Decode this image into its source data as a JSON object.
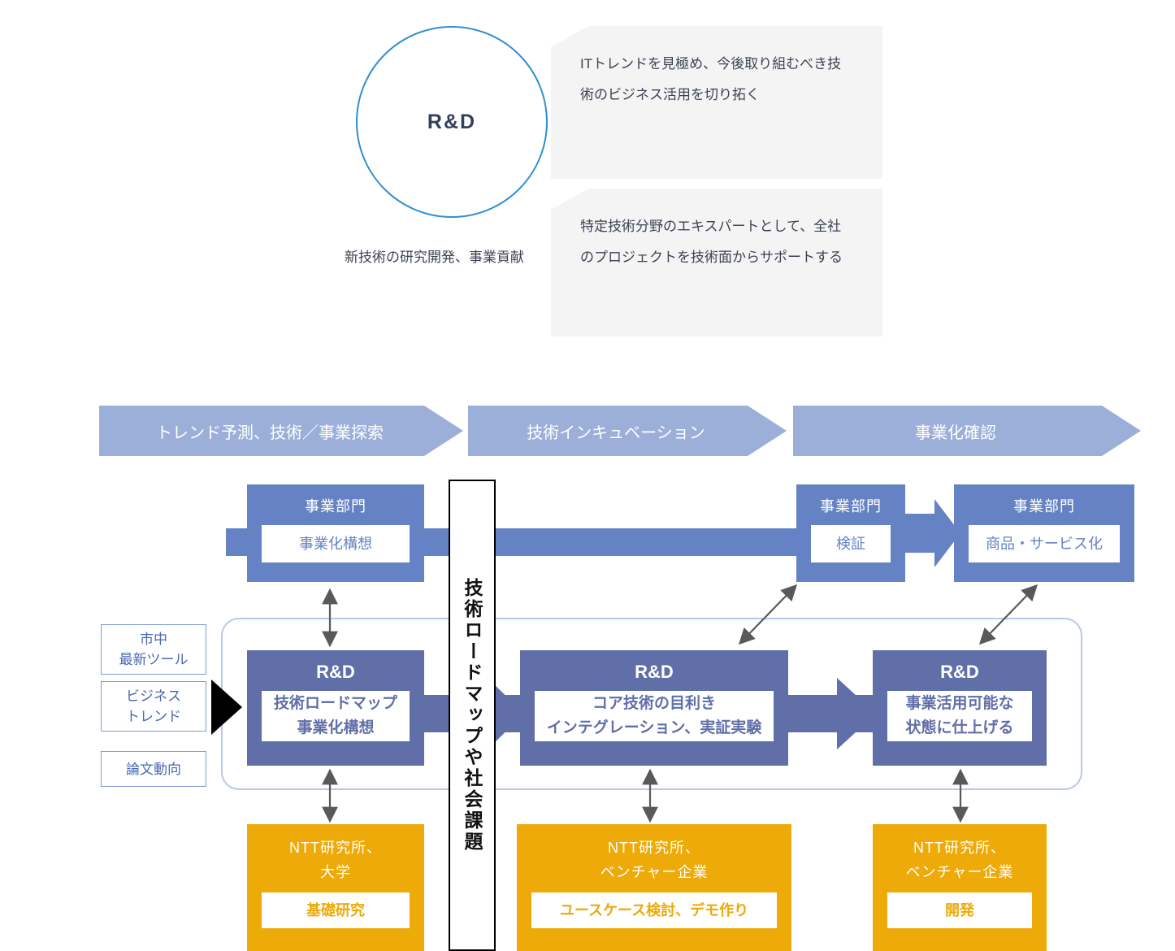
{
  "top": {
    "circle_label": "R&D",
    "circle_caption": "新技術の研究開発、事業貢献",
    "callouts": [
      "ITトレンドを見極め、今後取り組むべき技術のビジネス活用を切り拓く",
      "特定技術分野のエキスパートとして、全社のプロジェクトを技術面からサポートする"
    ]
  },
  "phases": [
    {
      "label": "トレンド予測、技術／事業探索"
    },
    {
      "label": "技術インキュベーション"
    },
    {
      "label": "事業化確認"
    }
  ],
  "inputs": [
    {
      "label": "市中\n最新ツール",
      "line1": "市中",
      "line2": "最新ツール"
    },
    {
      "label": "ビジネス\nトレンド",
      "line1": "ビジネス",
      "line2": "トレンド"
    },
    {
      "label": "論文動向",
      "line1": "論文動向",
      "line2": ""
    }
  ],
  "vertical_band": {
    "text": "技術ロードマップや社会課題"
  },
  "business_units": [
    {
      "title": "事業部門",
      "task": "事業化構想"
    },
    {
      "title": "事業部門",
      "task": "検証"
    },
    {
      "title": "事業部門",
      "task": "商品・サービス化"
    }
  ],
  "rd_units": [
    {
      "title": "R&D",
      "task_line1": "技術ロードマップ",
      "task_line2": "事業化構想"
    },
    {
      "title": "R&D",
      "task_line1": "コア技術の目利き",
      "task_line2": "インテグレーション、実証実験"
    },
    {
      "title": "R&D",
      "task_line1": "事業活用可能な",
      "task_line2": "状態に仕上げる"
    }
  ],
  "partner_units": [
    {
      "title_line1": "NTT研究所、",
      "title_line2": "大学",
      "task": "基礎研究"
    },
    {
      "title_line1": "NTT研究所、",
      "title_line2": "ベンチャー企業",
      "task": "ユースケース検討、デモ作り"
    },
    {
      "title_line1": "NTT研究所、",
      "title_line2": "ベンチャー企業",
      "task": "開発"
    }
  ],
  "colors": {
    "circle_stroke": "#2f8fd0",
    "callout_bg": "#f4f4f4",
    "phase_banner": "#9CAFD8",
    "business_unit": "#6583C4",
    "rd_unit": "#616FA8",
    "partner_unit": "#EDAA08",
    "container_border": "#b9c8e6",
    "chip_border": "#7e9ad2",
    "arrow_gray": "#595959"
  }
}
